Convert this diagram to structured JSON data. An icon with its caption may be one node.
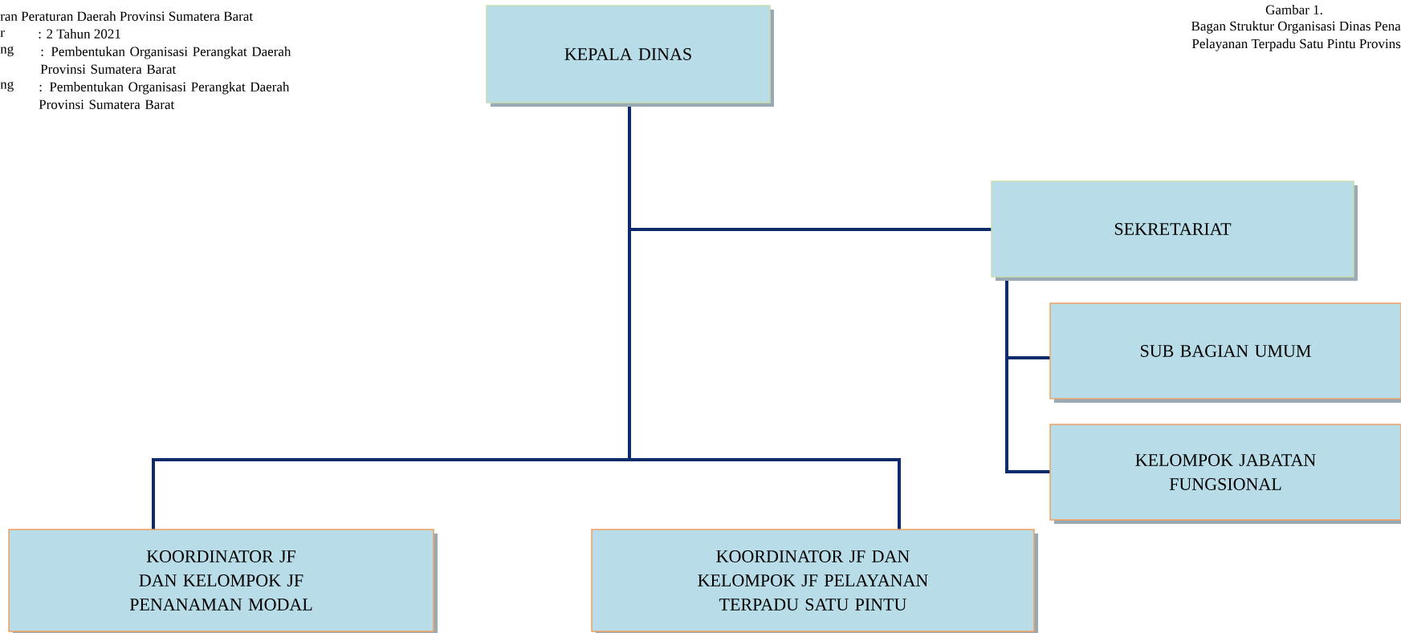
{
  "diagram": {
    "nodes": [
      {
        "text": [
          "KEPALA DINAS"
        ]
      },
      {
        "text": [
          "SEKRETARIAT"
        ]
      },
      {
        "text": [
          "SUB BAGIAN UMUM"
        ]
      },
      {
        "text": [
          "KELOMPOK JABATAN FUNGSIONAL"
        ]
      },
      {
        "text": [
          "KOORDINATOR JF DAN KELOMPOK JF PENANAMAN MODAL"
        ]
      },
      {
        "text": [
          "KOORDINATOR JF DAN KELOMPOK JF PELAYANAN TERPADU SATU PINTU"
        ]
      }
    ],
    "edges": [
      {
        "from": 0,
        "to": 1,
        "arrow": "none"
      },
      {
        "from": 0,
        "to": 4,
        "arrow": "none"
      },
      {
        "from": 0,
        "to": 5,
        "arrow": "none"
      },
      {
        "from": 1,
        "to": 2,
        "arrow": "none"
      },
      {
        "from": 1,
        "to": 3,
        "arrow": "none"
      }
    ],
    "labels": [
      "ran Peraturan Daerah Provinsi Sumatera Barat",
      "r",
      ": 2 Tahun 2021",
      "ng",
      ": Pembentukan Organisasi Perangkat Daerah Provinsi Sumatera Barat",
      "ng",
      ": Pembentukan Organisasi Perangkat Daerah Provinsi Sumatera Barat",
      "Gambar 1.",
      "Bagan Struktur Organisasi Dinas Pena",
      "Pelayanan Terpadu Satu Pintu Provins"
    ]
  }
}
